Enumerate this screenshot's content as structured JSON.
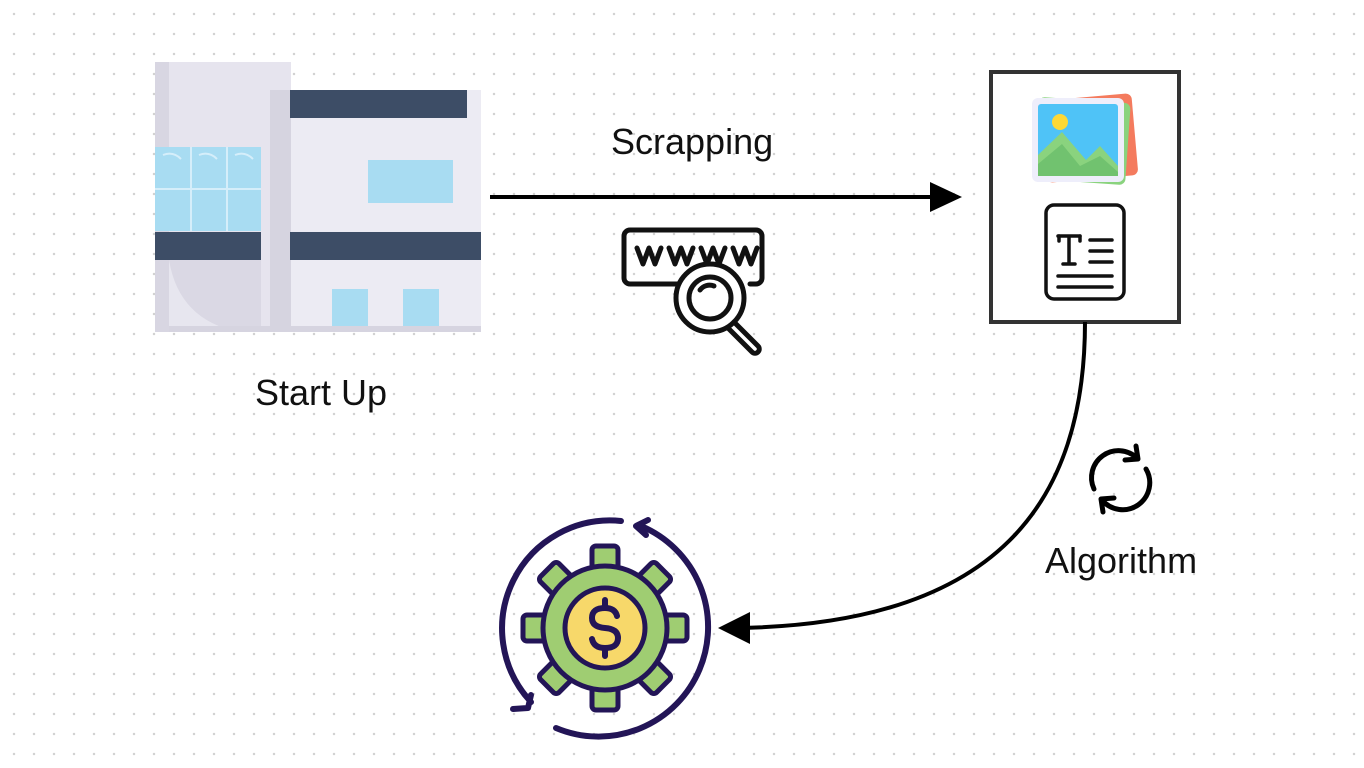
{
  "nodes": {
    "startup": {
      "label": "Start Up",
      "icon": "office-building-icon"
    },
    "content_box": {
      "icons": [
        "image-gallery-icon",
        "text-document-icon"
      ]
    },
    "revenue": {
      "icon": "dollar-gear-cycle-icon"
    }
  },
  "edges": {
    "scrapping": {
      "label": "Scrapping",
      "icon": "www-search-icon"
    },
    "algorithm": {
      "label": "Algorithm",
      "icon": "refresh-cycle-icon"
    }
  },
  "colors": {
    "stroke": "#000000",
    "box_border": "#333333",
    "building_wall": "#e6e4ee",
    "building_shade": "#d6d4e0",
    "building_band": "#3d4d66",
    "window_blue": "#a8dcf2",
    "gear_green": "#9fcd72",
    "coin_yellow": "#f7d86a",
    "cycle_purple": "#231557",
    "sky_blue": "#4fc3f7",
    "hill_green": "#8ad37e"
  }
}
